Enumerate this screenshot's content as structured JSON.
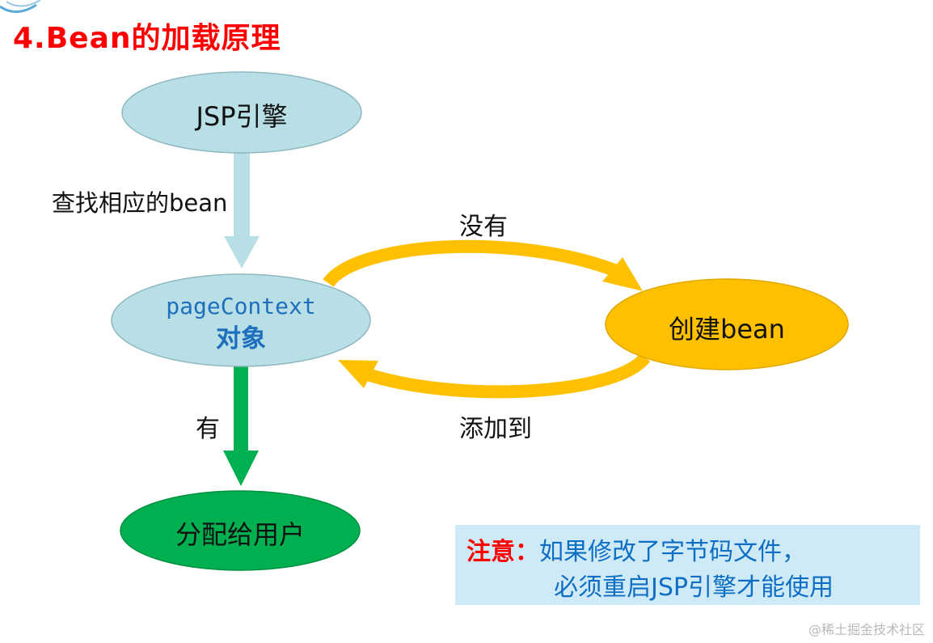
{
  "title": "4.Bean的加载原理",
  "nodes": {
    "jsp_engine": "JSP引擎",
    "page_context_line1": "pageContext",
    "page_context_line2": "对象",
    "create_bean": "创建bean",
    "assign_user": "分配给用户"
  },
  "edges": {
    "lookup": "查找相应的bean",
    "not_found": "没有",
    "add_to": "添加到",
    "found": "有"
  },
  "note": {
    "head": "注意：",
    "line1": "如果修改了字节码文件，",
    "line2": "必须重启JSP引擎才能使用"
  },
  "watermark": "@稀土掘金技术社区",
  "colors": {
    "title": "#ff0000",
    "light_node": "#b7dfe5",
    "gold": "#ffc000",
    "green": "#00b050",
    "note_bg": "#cfeaf7",
    "note_text": "#0d6ec4"
  }
}
